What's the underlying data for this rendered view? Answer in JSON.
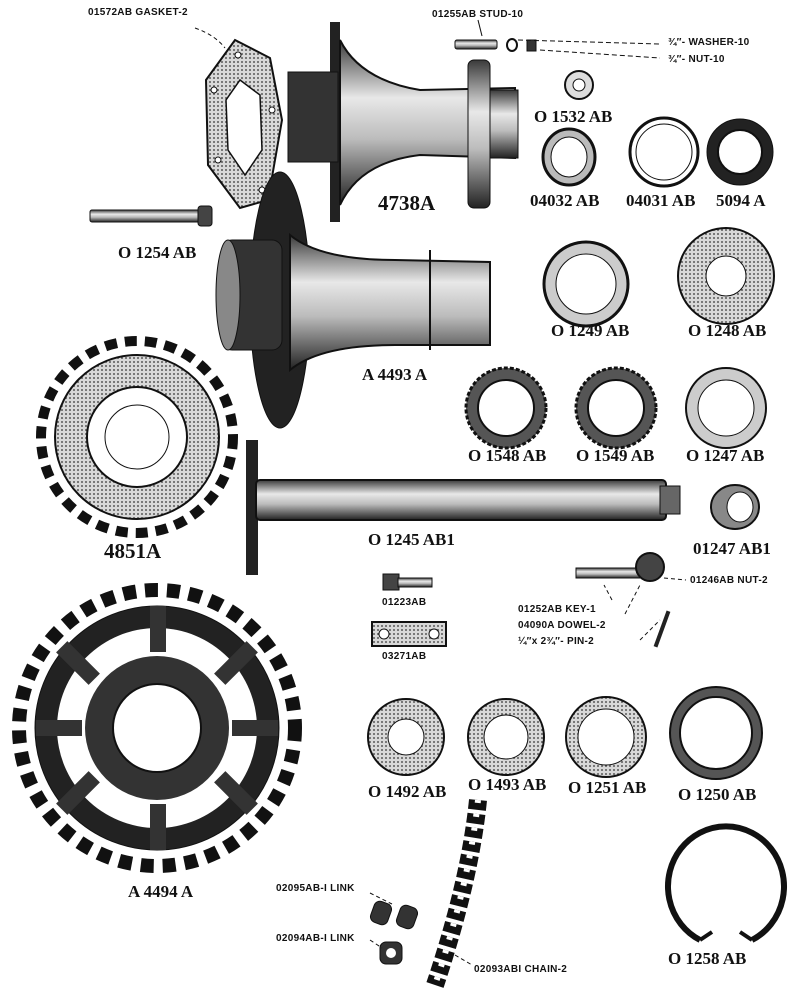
{
  "labels": {
    "gasket": "01572AB GASKET-2",
    "stud": "01255AB STUD-10",
    "washer": "¾″- WASHER-10",
    "nut10": "¾″- NUT-10",
    "p4738a": "4738A",
    "p01532ab": "O 1532 AB",
    "p04032ab": "04032 AB",
    "p04031ab": "04031 AB",
    "p5094a": "5094 A",
    "p01254ab": "O 1254 AB",
    "p01249ab": "O 1249 AB",
    "p01248ab": "O 1248 AB",
    "pA4493a": "A 4493 A",
    "p01548ab": "O 1548 AB",
    "p01549ab": "O 1549 AB",
    "p01247ab": "O 1247 AB",
    "p4851a": "4851A",
    "p01245ab1": "O 1245 AB1",
    "p01247ab1": "01247 AB1",
    "p01223ab": "01223AB",
    "p03271ab": "03271AB",
    "nut2": "01246AB NUT-2",
    "key": "01252AB KEY-1",
    "dowel": "04090A DOWEL-2",
    "pin": "¼″x 2¾″- PIN-2",
    "p01492ab": "O 1492 AB",
    "p01493ab": "O 1493 AB",
    "p01251ab": "O 1251 AB",
    "p01250ab": "O 1250 AB",
    "pA4494a": "A 4494 A",
    "link1": "02095AB-I LINK",
    "link2": "02094AB-I LINK",
    "chain": "02093ABI CHAIN-2",
    "p01258ab": "O 1258 AB"
  }
}
